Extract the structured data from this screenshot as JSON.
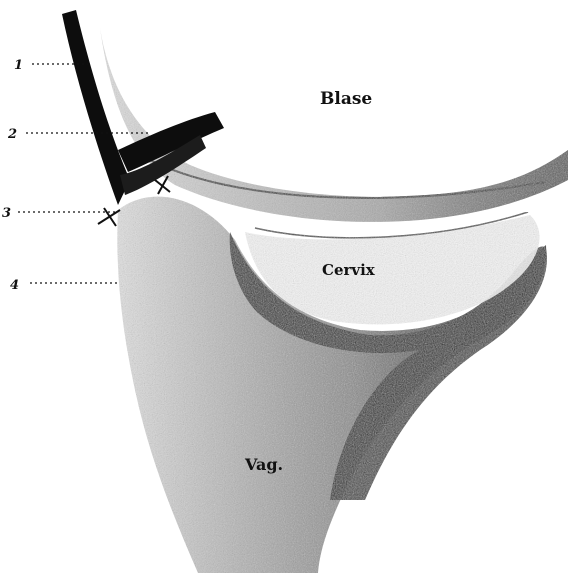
{
  "figure": {
    "callouts": [
      {
        "id": "1",
        "label": "1"
      },
      {
        "id": "2",
        "label": "2"
      },
      {
        "id": "3",
        "label": "3"
      },
      {
        "id": "4",
        "label": "4"
      }
    ],
    "regions": {
      "bladder": "Blase",
      "cervix": "Cervix",
      "vagina": "Vag."
    },
    "colors": {
      "ink": "#111111",
      "paper": "#ffffff",
      "shade": "#555555"
    }
  }
}
